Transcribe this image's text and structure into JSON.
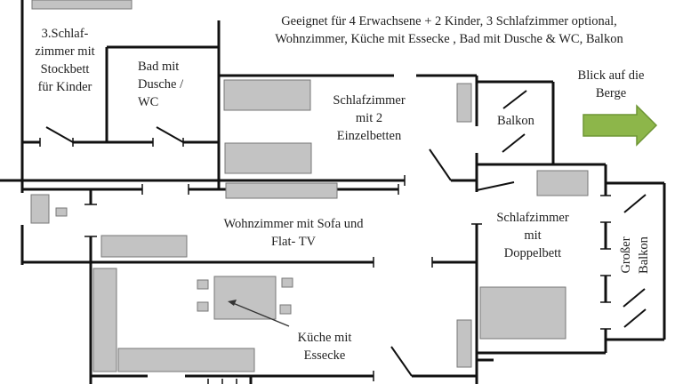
{
  "header": {
    "line1": "Geeignet  für 4 Erwachsene  + 2 Kinder,  3 Schlafzimmer  optional,",
    "line2": "Wohnzimmer,  Küche mit Essecke  , Bad mit Dusche & WC, Balkon"
  },
  "rooms": {
    "kids_bedroom": [
      "3.Schlaf-",
      "zimmer mit",
      "Stockbett",
      "für Kinder"
    ],
    "bathroom": [
      "Bad mit",
      "Dusche /",
      "WC"
    ],
    "twin_bedroom": [
      "Schlafzimmer",
      "mit 2",
      "Einzelbetten"
    ],
    "balcony": [
      "Balkon"
    ],
    "living_room": [
      "Wohnzimmer  mit Sofa und",
      "Flat- TV"
    ],
    "double_bedroom": [
      "Schlafzimmer",
      "mit",
      "Doppelbett"
    ],
    "big_balcony": [
      "Großer",
      "Balkon"
    ],
    "kitchen": [
      "Küche mit",
      "Essecke"
    ]
  },
  "view": {
    "label": [
      "Blick auf die",
      "Berge"
    ],
    "arrow_color": "#8db64a",
    "arrow_stroke": "#6e9535"
  },
  "colors": {
    "wall": "#111111",
    "furniture": "#c3c3c3",
    "furniture_border": "#777777"
  }
}
